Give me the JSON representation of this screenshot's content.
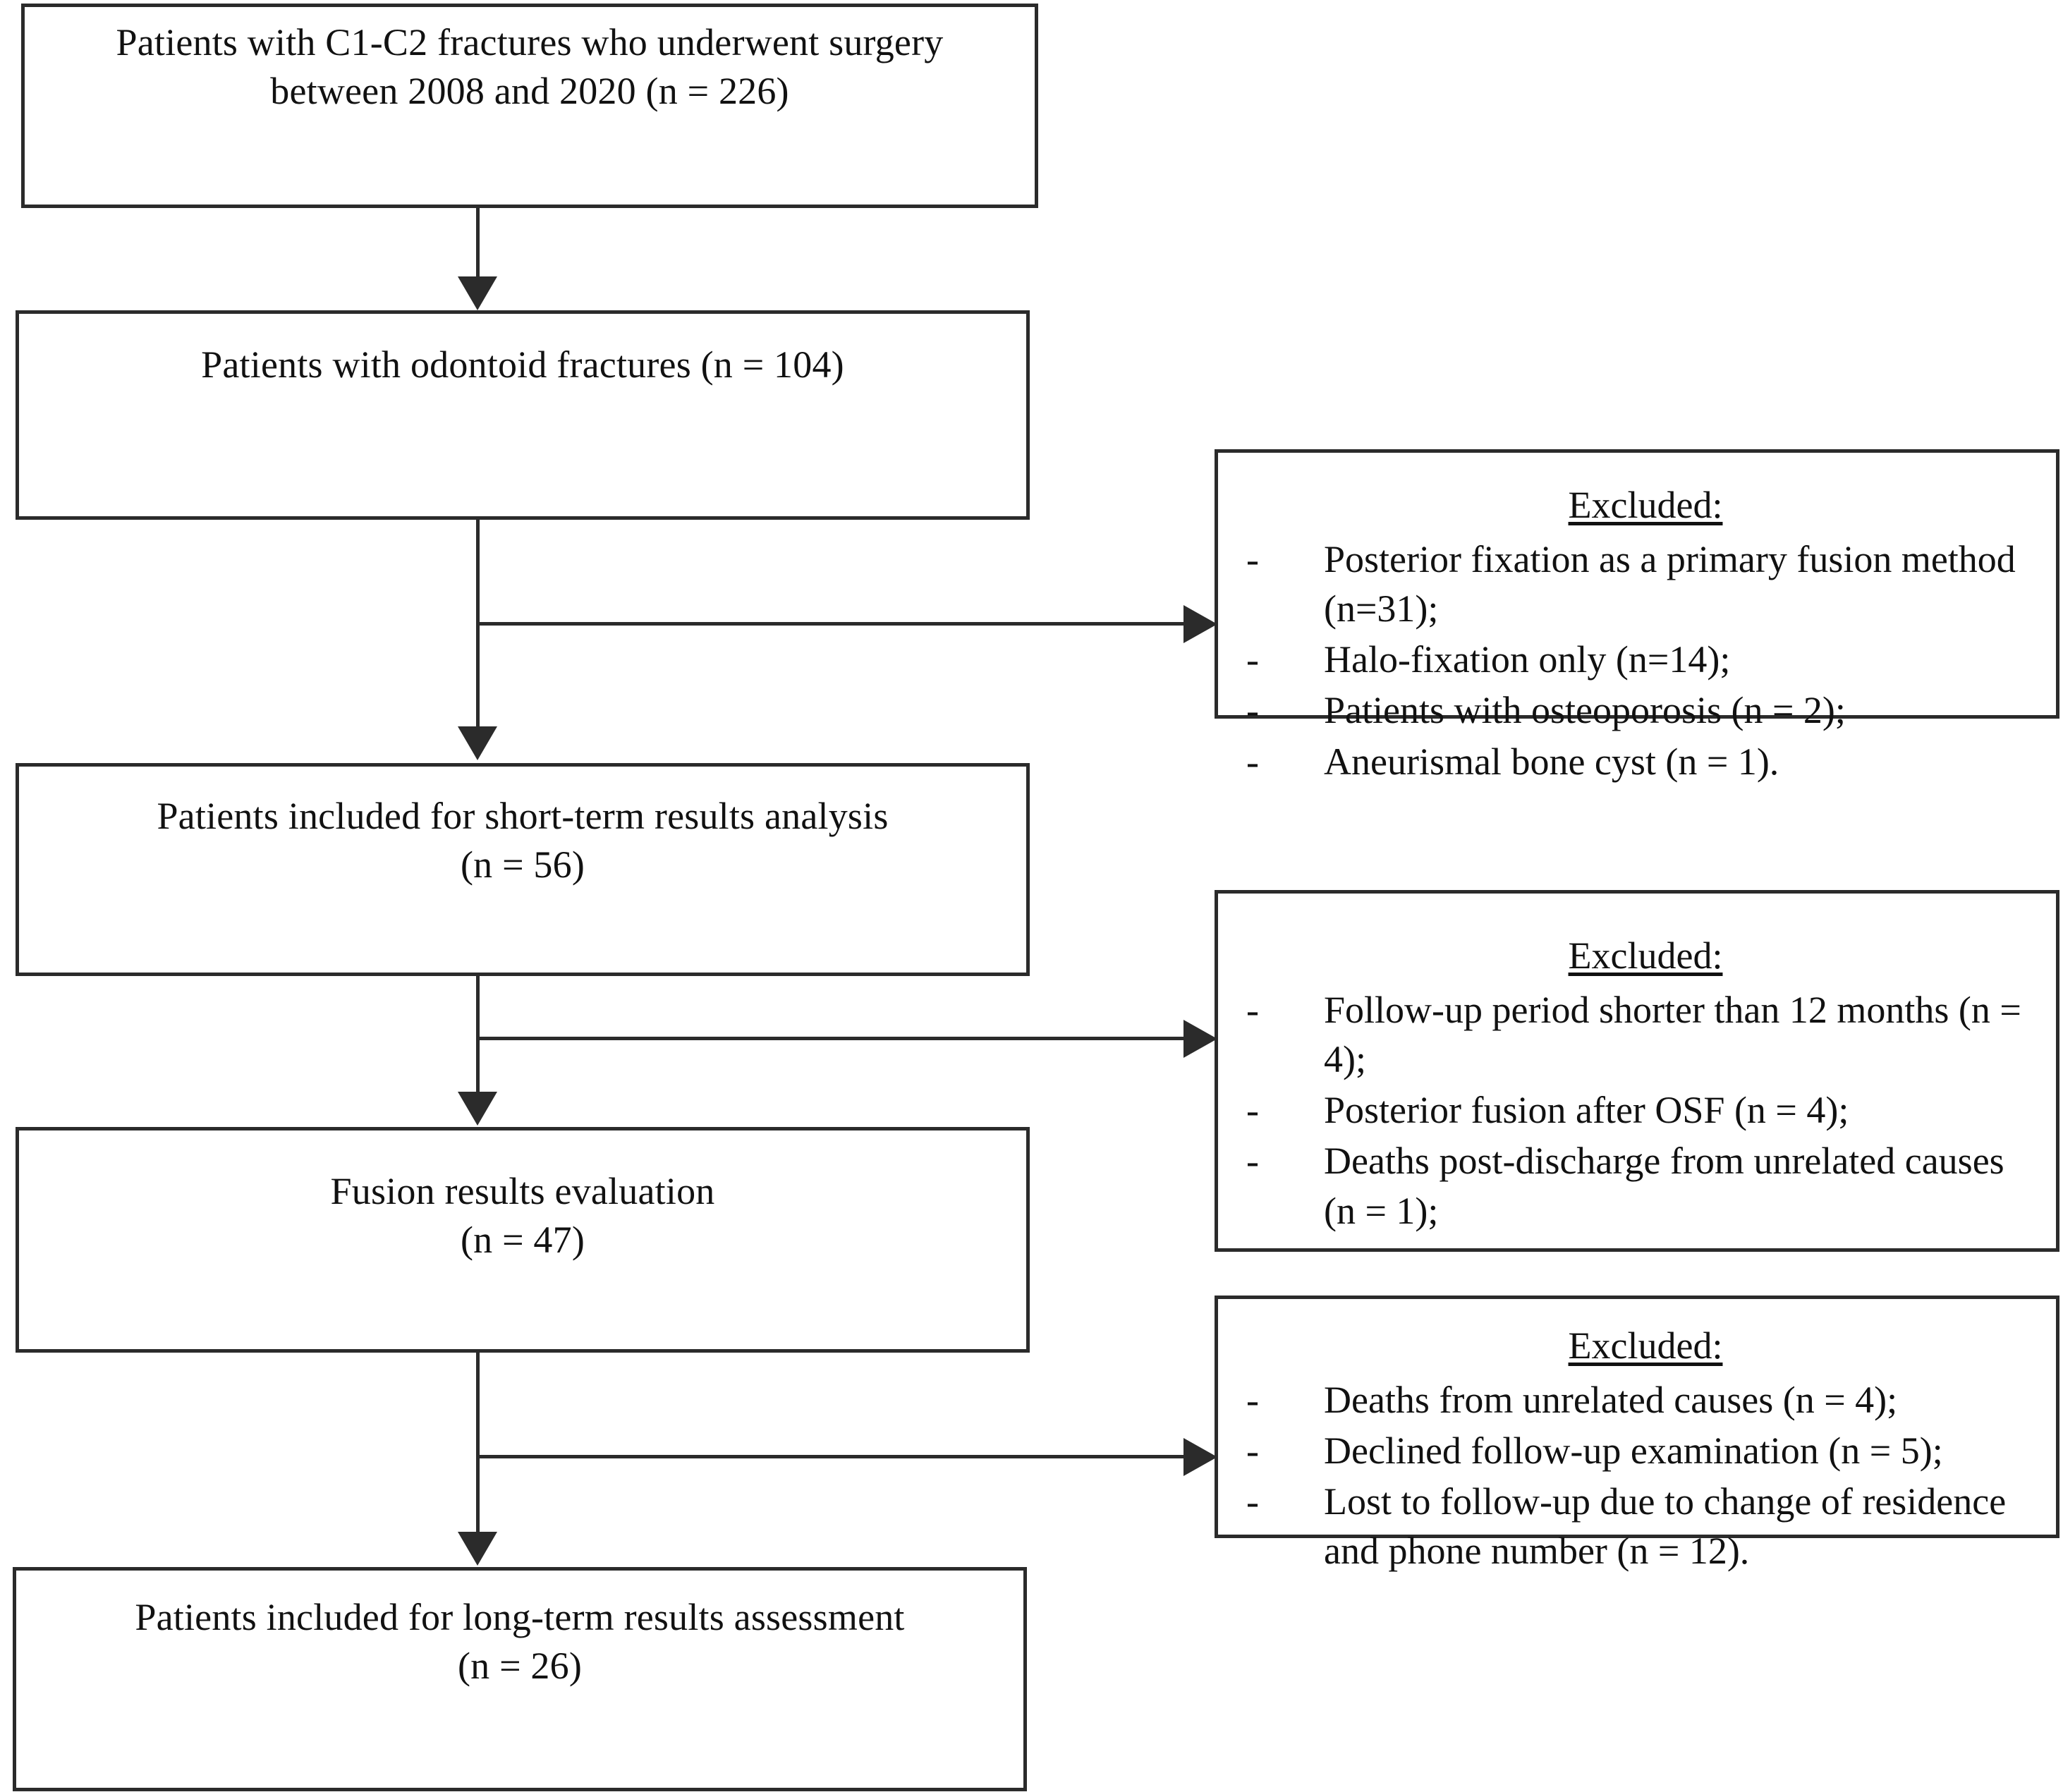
{
  "diagram": {
    "type": "study-flow-diagram",
    "flow_boxes": [
      {
        "id": "enrolled",
        "line1": "Patients with C1-C2 fractures who underwent surgery",
        "line2": "between 2008 and 2020 (n = 226)",
        "n": 226
      },
      {
        "id": "odontoid",
        "line1": "Patients with odontoid fractures (n = 104)",
        "line2": "",
        "n": 104
      },
      {
        "id": "short-term",
        "line1": "Patients included for short-term results analysis",
        "line2": "(n = 56)",
        "n": 56
      },
      {
        "id": "fusion-evaluation",
        "line1": "Fusion results evaluation",
        "line2": "(n = 47)",
        "n": 47
      },
      {
        "id": "long-term",
        "line1": "Patients included for long-term results assessment",
        "line2": "(n = 26)",
        "n": 26
      }
    ],
    "excluded_boxes": [
      {
        "id": "excluded-1",
        "title": "Excluded:",
        "bullet": "-",
        "items": [
          "Posterior fixation as a primary fusion method (n=31);",
          "Halo-fixation only (n=14);",
          "Patients with osteoporosis (n = 2);",
          "Aneurismal bone cyst (n = 1)."
        ]
      },
      {
        "id": "excluded-2",
        "title": "Excluded:",
        "bullet": "-",
        "items": [
          "Follow-up period shorter than 12 months (n = 4);",
          "Posterior fusion after OSF (n = 4);",
          "Deaths post-discharge from unrelated causes (n = 1);"
        ]
      },
      {
        "id": "excluded-3",
        "title": "Excluded:",
        "bullet": "-",
        "items": [
          "Deaths from unrelated causes (n = 4);",
          "Declined follow-up examination (n = 5);",
          "Lost to follow-up due to change of residence and phone number (n = 12)."
        ]
      }
    ],
    "colors": {
      "stroke": "#2b2b2b",
      "background": "#ffffff",
      "text": "#111111"
    }
  }
}
